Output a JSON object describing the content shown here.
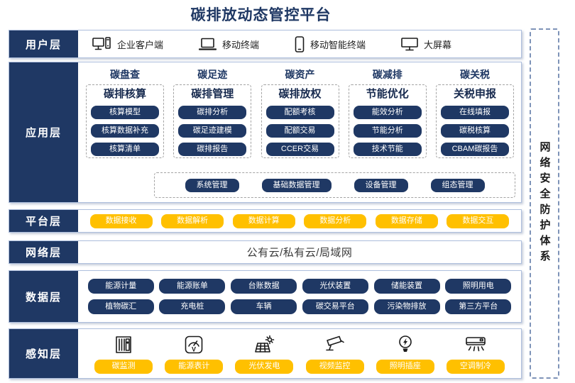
{
  "title": "碳排放动态管控平台",
  "colors": {
    "navy": "#1f3864",
    "yellow": "#ffc000",
    "box_border": "#aebfdd"
  },
  "layers": {
    "user": {
      "label": "用户层",
      "items": [
        {
          "icon": "desktop-pc-icon",
          "label": "企业客户端"
        },
        {
          "icon": "laptop-icon",
          "label": "移动终端"
        },
        {
          "icon": "smartphone-icon",
          "label": "移动智能终端"
        },
        {
          "icon": "big-screen-icon",
          "label": "大屏幕"
        }
      ]
    },
    "app": {
      "label": "应用层",
      "columns": [
        {
          "header": "碳盘查",
          "subtitle": "碳排核算",
          "buttons": [
            "核算模型",
            "核算数据补充",
            "核算清单"
          ]
        },
        {
          "header": "碳足迹",
          "subtitle": "碳排管理",
          "buttons": [
            "碳排分析",
            "碳足迹建模",
            "碳排报告"
          ]
        },
        {
          "header": "碳资产",
          "subtitle": "碳排放权",
          "buttons": [
            "配额考核",
            "配额交易",
            "CCER交易"
          ]
        },
        {
          "header": "碳减排",
          "subtitle": "节能优化",
          "buttons": [
            "能效分析",
            "节能分析",
            "技术节能"
          ]
        },
        {
          "header": "碳关税",
          "subtitle": "关税申报",
          "buttons": [
            "在线填报",
            "碳税核算",
            "CBAM碳报告"
          ]
        }
      ],
      "common_buttons": [
        "系统管理",
        "基础数据管理",
        "设备管理",
        "组态管理"
      ]
    },
    "platform": {
      "label": "平台层",
      "buttons": [
        "数据接收",
        "数据解析",
        "数据计算",
        "数据分析",
        "数据存储",
        "数据交互"
      ]
    },
    "network": {
      "label": "网络层",
      "text": "公有云/私有云/局域网"
    },
    "data": {
      "label": "数据层",
      "row1": [
        "能源计量",
        "能源账单",
        "台账数据",
        "光伏装置",
        "储能装置",
        "照明用电"
      ],
      "row2": [
        "植物碳汇",
        "充电桩",
        "车辆",
        "碳交易平台",
        "污染物排放",
        "第三方平台"
      ]
    },
    "sense": {
      "label": "感知层",
      "items": [
        {
          "icon": "carbon-monitor-icon",
          "label": "碳监测"
        },
        {
          "icon": "energy-meter-icon",
          "label": "能源表计"
        },
        {
          "icon": "solar-panel-icon",
          "label": "光伏发电"
        },
        {
          "icon": "cctv-camera-icon",
          "label": "视频监控"
        },
        {
          "icon": "light-bulb-icon",
          "label": "照明插座"
        },
        {
          "icon": "air-conditioner-icon",
          "label": "空调制冷"
        }
      ]
    }
  },
  "security": {
    "text": "网络安全防护体系"
  }
}
